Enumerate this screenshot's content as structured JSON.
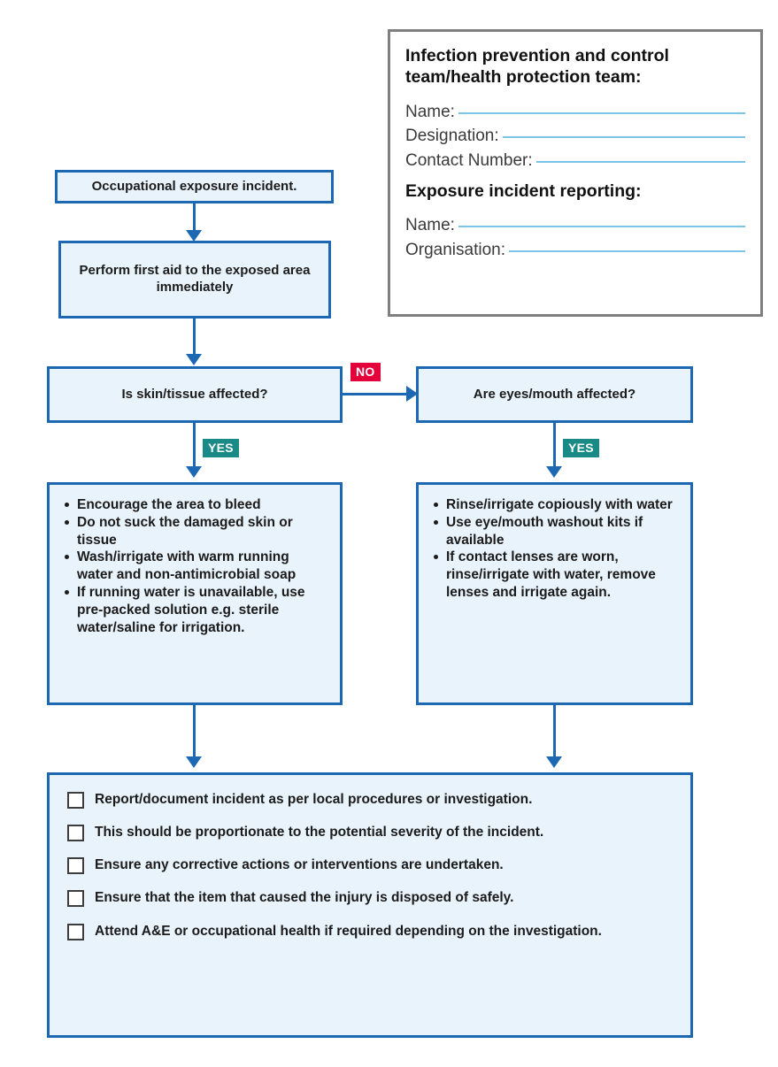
{
  "info_panel": {
    "heading_1": "Infection prevention and control team/health protection team:",
    "fields_1": [
      {
        "label": "Name:",
        "value": ""
      },
      {
        "label": "Designation:",
        "value": ""
      },
      {
        "label": "Contact Number:",
        "value": ""
      }
    ],
    "heading_2": "Exposure incident reporting:",
    "fields_2": [
      {
        "label": "Name:",
        "value": ""
      },
      {
        "label": "Organisation:",
        "value": ""
      }
    ]
  },
  "flow": {
    "start_box": "Occupational exposure incident.",
    "first_aid_box": "Perform first aid to the exposed area immediately",
    "decision_left": "Is skin/tissue affected?",
    "decision_right": "Are eyes/mouth affected?",
    "badge_no": "NO",
    "badge_yes_left": "YES",
    "badge_yes_right": "YES",
    "skin_actions": [
      "Encourage the area to bleed",
      "Do not suck the damaged skin or tissue",
      "Wash/irrigate with warm running water and non-antimicrobial soap",
      "If running water is unavailable, use pre-packed solution e.g. sterile water/saline for irrigation."
    ],
    "eye_actions": [
      "Rinse/irrigate copiously with water",
      "Use eye/mouth washout kits if available",
      "If contact lenses are worn, rinse/irrigate with water, remove lenses and irrigate again."
    ],
    "checklist": [
      "Report/document incident as per local procedures or investigation.",
      "This should be proportionate to the potential severity of the incident.",
      "Ensure any corrective actions or interventions are undertaken.",
      "Ensure that the item that caused the injury is disposed of safely.",
      "Attend A&E or occupational health if required depending on the investigation."
    ]
  },
  "colors": {
    "box_border": "#1d68b3",
    "box_fill": "#e9f3fb",
    "badge_no": "#e4003b",
    "badge_yes": "#1a8a86",
    "info_border": "#7f7f7f",
    "rule_blue": "#7cc3ea"
  }
}
